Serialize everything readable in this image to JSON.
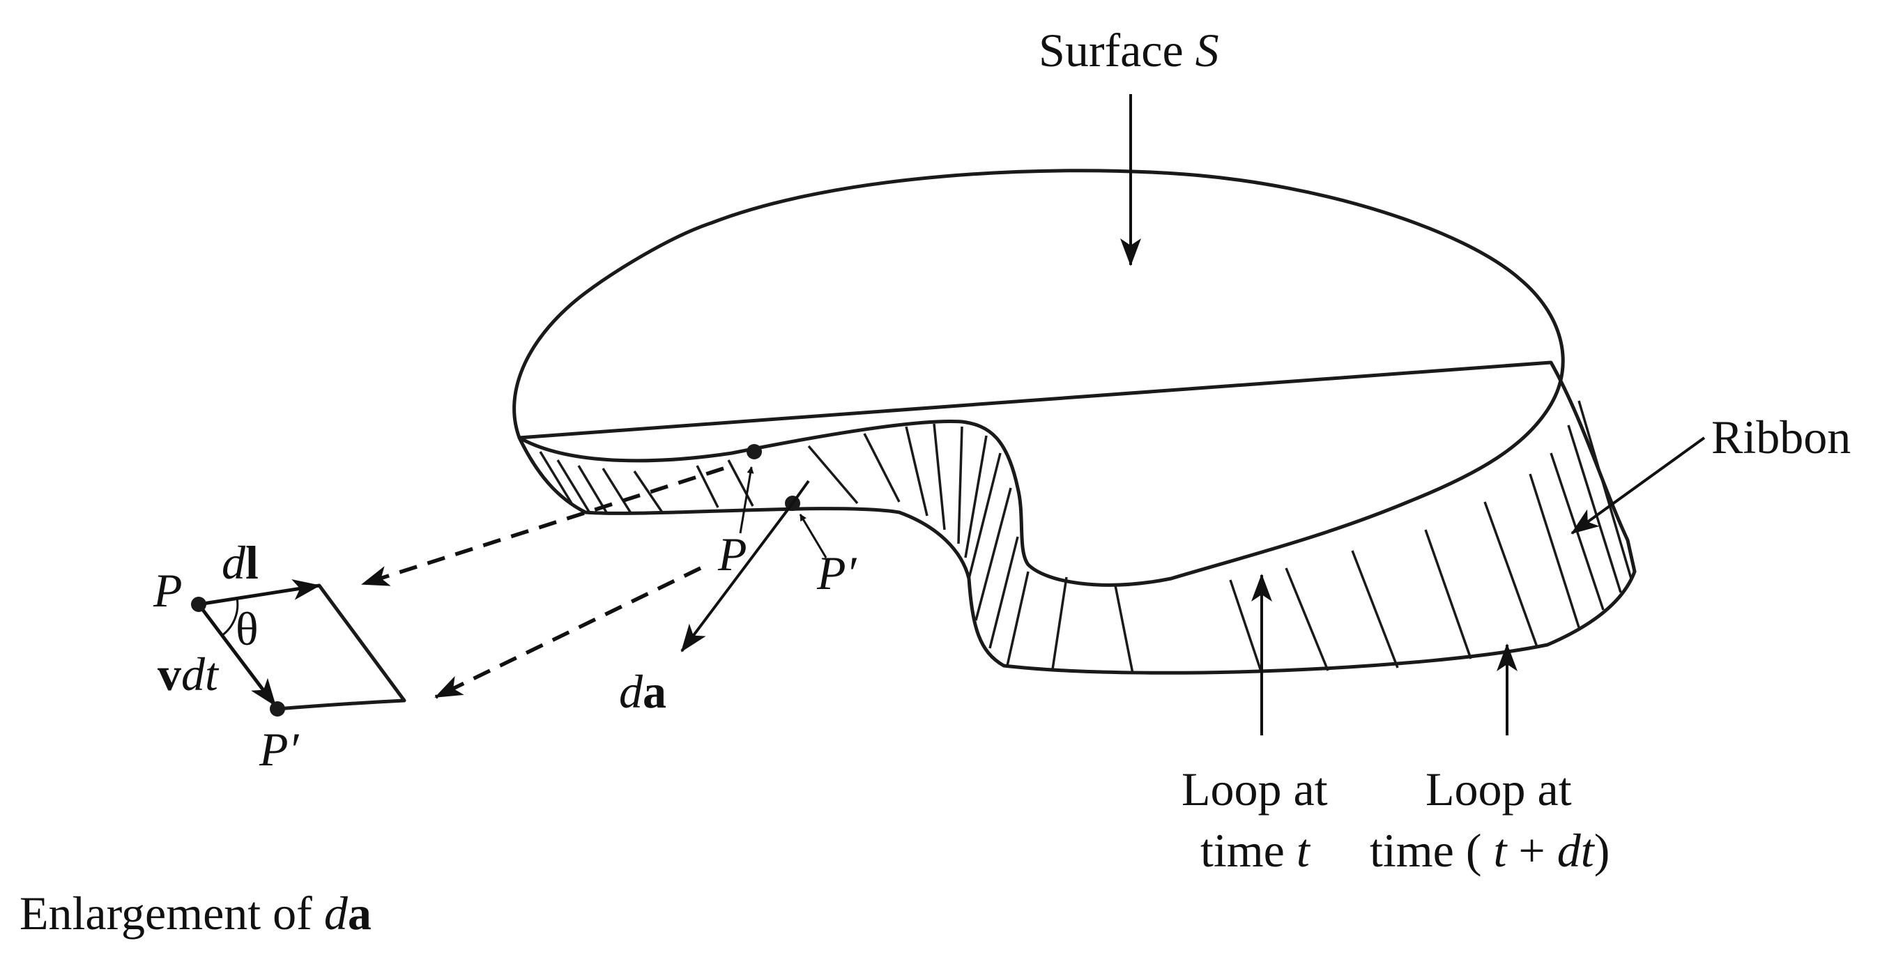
{
  "labels": {
    "surface_prefix": "Surface ",
    "surface_symbol": "S",
    "ribbon": "Ribbon",
    "loop_t_line1": "Loop at",
    "loop_t_line2_a": "time ",
    "loop_t_line2_b": "t",
    "loop_tdt_line1": "Loop at",
    "loop_tdt_line2_a": "time ( ",
    "loop_tdt_line2_b": "t",
    "loop_tdt_line2_c": " + ",
    "loop_tdt_line2_d": "dt",
    "loop_tdt_line2_e": ")",
    "point_p": "P",
    "point_p_prime": "P′",
    "da_d": "d",
    "da_a": "a",
    "enlarge_p": "P",
    "enlarge_p_prime": "P′",
    "dl_d": "d",
    "dl_l": "l",
    "vdt_v": "v",
    "vdt_dt": "dt",
    "theta": "θ",
    "caption_prefix": "Enlargement of ",
    "caption_d": "d",
    "caption_a": "a"
  },
  "colors": {
    "gradient_light": "#e4e5e7",
    "gradient_dark": "#6d6e71",
    "enlargement_fill": "#dcdddf",
    "stroke": "#1a1a1a"
  }
}
